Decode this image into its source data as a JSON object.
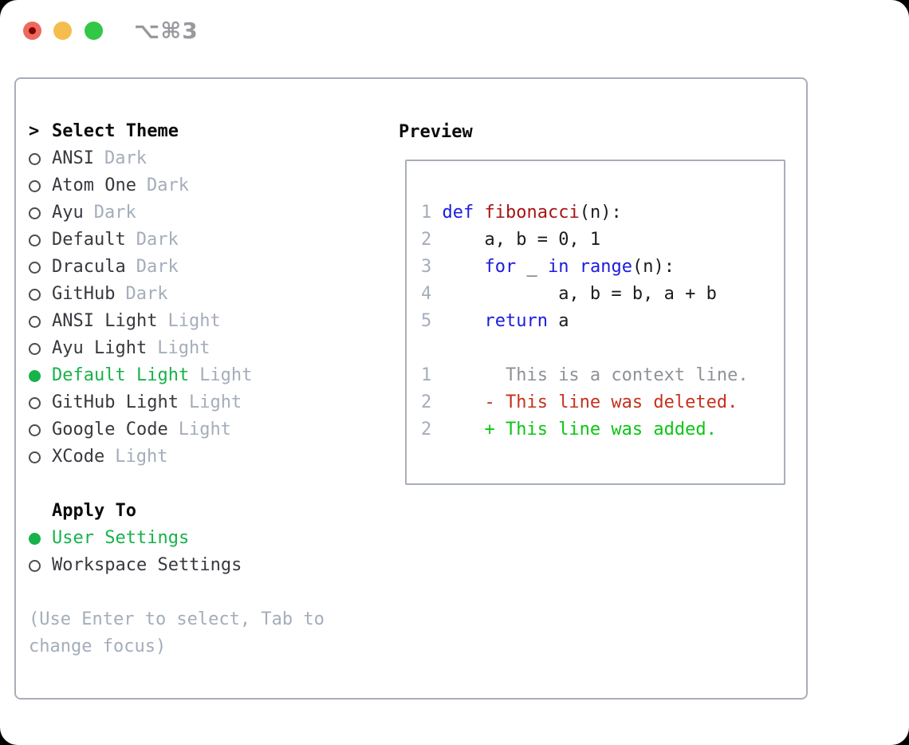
{
  "window": {
    "hotkey_label": "⌥⌘3",
    "traffic_lights": [
      "close",
      "minimize",
      "zoom"
    ]
  },
  "theme_picker": {
    "prompt": ">",
    "title": "Select Theme",
    "items": [
      {
        "name": "ANSI",
        "variant": "Dark",
        "selected": false
      },
      {
        "name": "Atom One",
        "variant": "Dark",
        "selected": false
      },
      {
        "name": "Ayu",
        "variant": "Dark",
        "selected": false
      },
      {
        "name": "Default",
        "variant": "Dark",
        "selected": false
      },
      {
        "name": "Dracula",
        "variant": "Dark",
        "selected": false
      },
      {
        "name": "GitHub",
        "variant": "Dark",
        "selected": false
      },
      {
        "name": "ANSI Light",
        "variant": "Light",
        "selected": false
      },
      {
        "name": "Ayu Light",
        "variant": "Light",
        "selected": false
      },
      {
        "name": "Default Light",
        "variant": "Light",
        "selected": true
      },
      {
        "name": "GitHub Light",
        "variant": "Light",
        "selected": false
      },
      {
        "name": "Google Code",
        "variant": "Light",
        "selected": false
      },
      {
        "name": "XCode",
        "variant": "Light",
        "selected": false
      }
    ],
    "apply_to": {
      "title": "Apply To",
      "options": [
        {
          "label": "User Settings",
          "selected": true
        },
        {
          "label": "Workspace Settings",
          "selected": false
        }
      ]
    },
    "help_text": "(Use Enter to select, Tab to change focus)"
  },
  "preview": {
    "title": "Preview",
    "code_lines": [
      {
        "num": "1",
        "tokens": [
          [
            " ",
            ""
          ],
          [
            "def",
            "kw"
          ],
          [
            " ",
            ""
          ],
          [
            "fibonacci",
            "fn"
          ],
          [
            "(n):",
            ""
          ]
        ]
      },
      {
        "num": "2",
        "tokens": [
          [
            "     a, b = 0, 1",
            ""
          ]
        ]
      },
      {
        "num": "3",
        "tokens": [
          [
            "     ",
            ""
          ],
          [
            "for",
            "kw"
          ],
          [
            " _ ",
            ""
          ],
          [
            "in",
            "kw"
          ],
          [
            " ",
            ""
          ],
          [
            "range",
            "kw"
          ],
          [
            "(n):",
            ""
          ]
        ]
      },
      {
        "num": "4",
        "tokens": [
          [
            "            a, b = b, a + b",
            ""
          ]
        ]
      },
      {
        "num": "5",
        "tokens": [
          [
            "     ",
            ""
          ],
          [
            "return",
            "kw"
          ],
          [
            " a",
            ""
          ]
        ]
      },
      {
        "num": "",
        "tokens": []
      },
      {
        "num": "1",
        "tokens": [
          [
            "       This is a context line.",
            "ctx"
          ]
        ]
      },
      {
        "num": "2",
        "tokens": [
          [
            "     - This line was deleted.",
            "del"
          ]
        ]
      },
      {
        "num": "2",
        "tokens": [
          [
            "     + This line was added.",
            "add"
          ]
        ]
      }
    ]
  },
  "colors": {
    "selection_green": "#17b24a",
    "added_green": "#0bc514",
    "deleted_red": "#c5311d",
    "keyword_blue": "#1b1be0",
    "function_red": "#a81414",
    "context_gray": "#8e9297",
    "muted_gray": "#a4adbb",
    "text_dark": "#37393e",
    "border_gray": "#a8aeb9",
    "traffic_red": "#ee6a5e",
    "traffic_yellow": "#f5bd4d",
    "traffic_green": "#33c748"
  }
}
